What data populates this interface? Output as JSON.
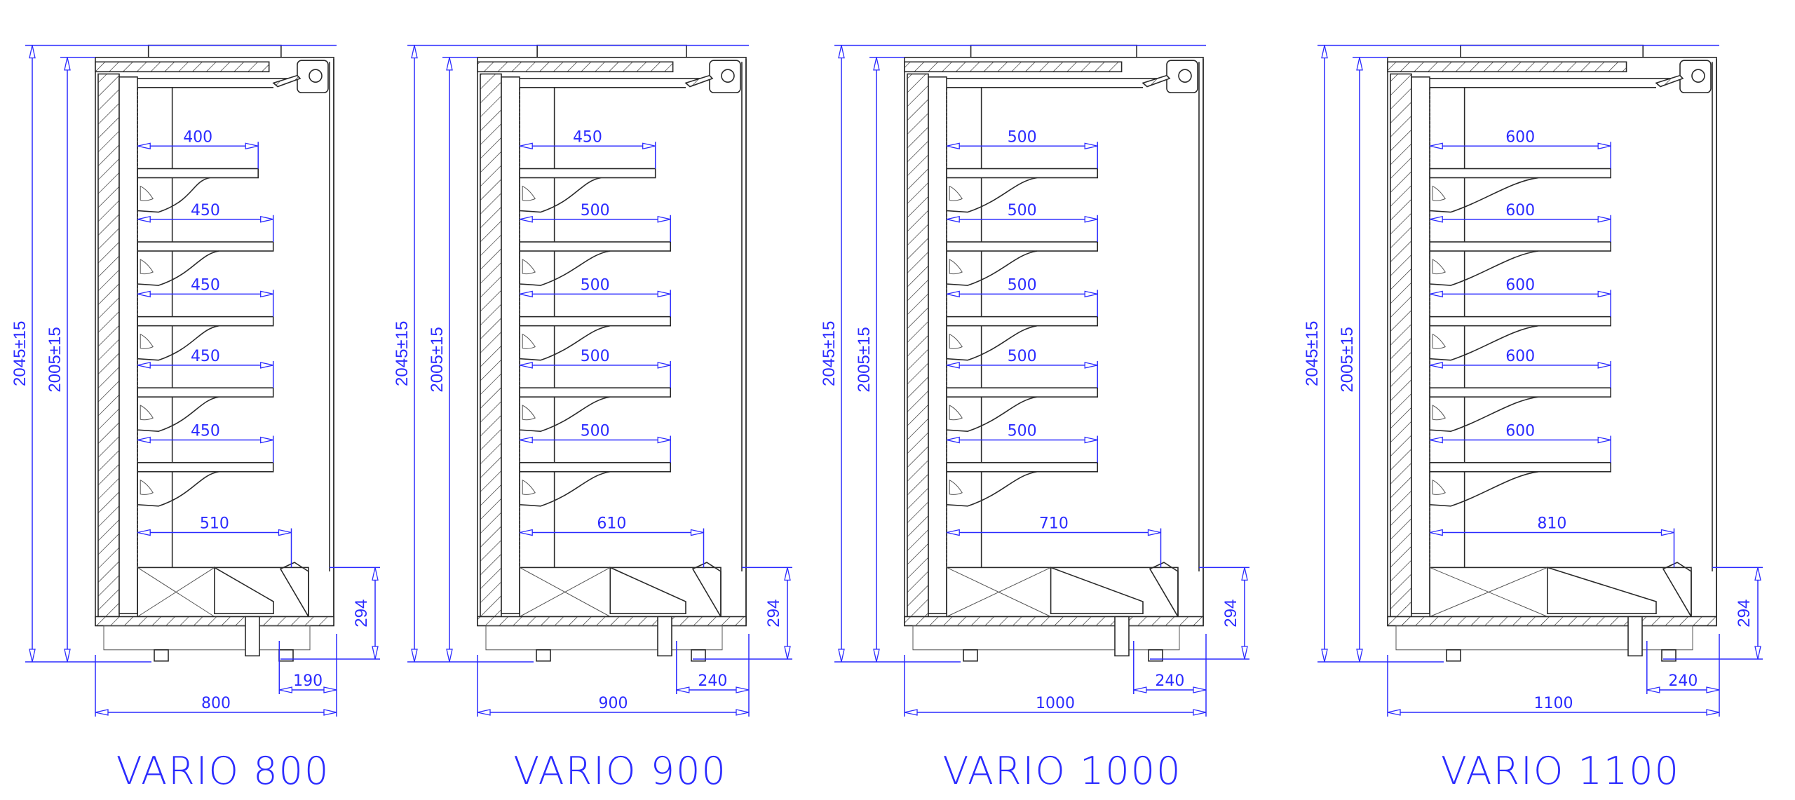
{
  "colors": {
    "dimension": "#2b2bff",
    "linework": "#2a2a2a",
    "background": "#ffffff"
  },
  "models": [
    {
      "title": "VARIO 800",
      "width_mm": 800,
      "width_label": "800",
      "overall_height_label": "2045±15",
      "inner_height_label": "2005±15",
      "base_height_label": "294",
      "rear_mm": 190,
      "rear_label": "190",
      "shelves": [
        400,
        450,
        450,
        450,
        450
      ],
      "shelf_labels": [
        "400",
        "450",
        "450",
        "450",
        "450"
      ],
      "bottom_shelf": 510,
      "bottom_shelf_label": "510"
    },
    {
      "title": "VARIO 900",
      "width_mm": 900,
      "width_label": "900",
      "overall_height_label": "2045±15",
      "inner_height_label": "2005±15",
      "base_height_label": "294",
      "rear_mm": 240,
      "rear_label": "240",
      "shelves": [
        450,
        500,
        500,
        500,
        500
      ],
      "shelf_labels": [
        "450",
        "500",
        "500",
        "500",
        "500"
      ],
      "bottom_shelf": 610,
      "bottom_shelf_label": "610"
    },
    {
      "title": "VARIO 1000",
      "width_mm": 1000,
      "width_label": "1000",
      "overall_height_label": "2045±15",
      "inner_height_label": "2005±15",
      "base_height_label": "294",
      "rear_mm": 240,
      "rear_label": "240",
      "shelves": [
        500,
        500,
        500,
        500,
        500
      ],
      "shelf_labels": [
        "500",
        "500",
        "500",
        "500",
        "500"
      ],
      "bottom_shelf": 710,
      "bottom_shelf_label": "710"
    },
    {
      "title": "VARIO 1100",
      "width_mm": 1100,
      "width_label": "1100",
      "overall_height_label": "2045±15",
      "inner_height_label": "2005±15",
      "base_height_label": "294",
      "rear_mm": 240,
      "rear_label": "240",
      "shelves": [
        600,
        600,
        600,
        600,
        600
      ],
      "shelf_labels": [
        "600",
        "600",
        "600",
        "600",
        "600"
      ],
      "bottom_shelf": 810,
      "bottom_shelf_label": "810"
    }
  ]
}
